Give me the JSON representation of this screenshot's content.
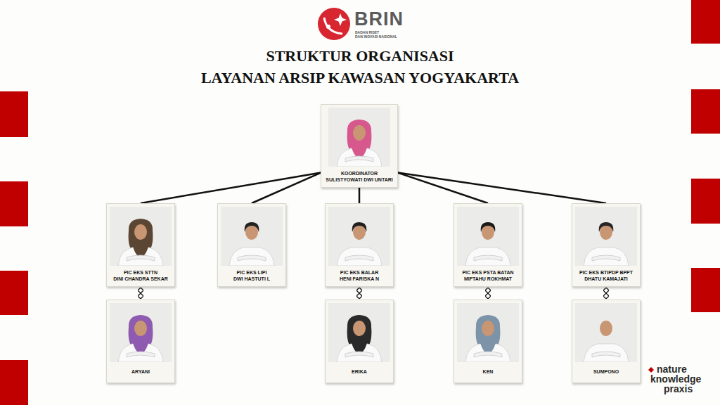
{
  "diagram": {
    "title": "STRUKTUR ORGANISASI LAYANAN ARSIP KAWASAN YOGYAKARTA",
    "nodes": [
      {
        "text": [
          "KOORDINATOR",
          "SULISTYOWATI DWI UNTARI"
        ]
      },
      {
        "text": [
          "PIC EKS STTN",
          "DINI CHANDRA SEKAR"
        ]
      },
      {
        "text": [
          "PIC EKS LIPI",
          "DWI HASTUTI L"
        ]
      },
      {
        "text": [
          "PIC EKS BALAR",
          "HENI FARISKA N"
        ]
      },
      {
        "text": [
          "PIC EKS PSTA BATAN",
          "MIFTAHU ROKHMAT"
        ]
      },
      {
        "text": [
          "PIC EKS BTIPDP BPPT",
          "DHATU KAMAJATI"
        ]
      },
      {
        "text": [
          "ARYANI"
        ]
      },
      {
        "text": [
          "ERIKA"
        ]
      },
      {
        "text": [
          "KEN"
        ]
      },
      {
        "text": [
          "SUMPONO"
        ]
      }
    ],
    "edges": [
      {
        "from": 0,
        "to": 1,
        "arrow": "none"
      },
      {
        "from": 0,
        "to": 2,
        "arrow": "none"
      },
      {
        "from": 0,
        "to": 3,
        "arrow": "none"
      },
      {
        "from": 0,
        "to": 4,
        "arrow": "none"
      },
      {
        "from": 0,
        "to": 5,
        "arrow": "none"
      },
      {
        "from": 1,
        "to": 6,
        "arrow": "both"
      },
      {
        "from": 3,
        "to": 7,
        "arrow": "both"
      },
      {
        "from": 4,
        "to": 8,
        "arrow": "both"
      },
      {
        "from": 5,
        "to": 9,
        "arrow": "both"
      }
    ],
    "labels": [
      "BRIN",
      "BADAN RISET",
      "DAN INOVASI NASIONAL",
      "nature",
      "knowledge",
      "praxis"
    ]
  }
}
